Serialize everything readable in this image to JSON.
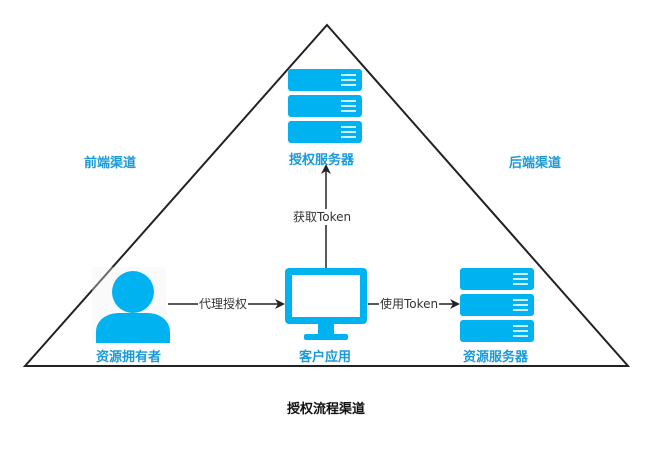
{
  "colors": {
    "accent": "#00b3f0",
    "label": "#1a9ad6",
    "line": "#222222"
  },
  "nodes": {
    "auth_server": {
      "label": "授权服务器",
      "icon": "server-stack-icon"
    },
    "client_app": {
      "label": "客户应用",
      "icon": "monitor-icon"
    },
    "resource_owner": {
      "label": "资源拥有者",
      "icon": "user-icon"
    },
    "resource_server": {
      "label": "资源服务器",
      "icon": "server-stack-icon"
    }
  },
  "regions": {
    "front_channel": "前端渠道",
    "back_channel": "后端渠道"
  },
  "edges": {
    "get_token": "获取Token",
    "proxy_auth": "代理授权",
    "use_token": "使用Token"
  },
  "caption": "授权流程渠道"
}
